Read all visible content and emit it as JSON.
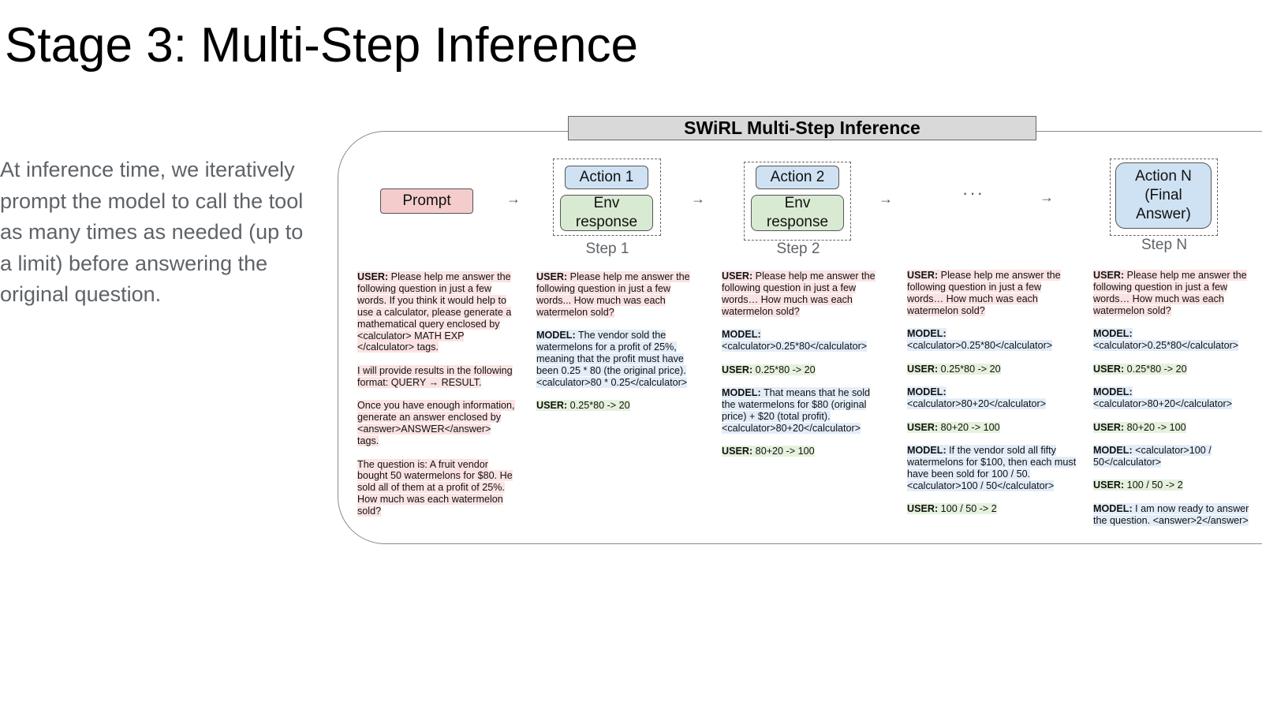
{
  "slide": {
    "title": "Stage 3: Multi-Step Inference",
    "description": "At inference time, we iteratively prompt the model to call the tool as many times as needed (up to a limit) before answering the original question."
  },
  "diagram": {
    "title": "SWiRL Multi-Step Inference",
    "prompt_label": "Prompt",
    "ellipsis": "···",
    "arrow": "→",
    "step1": {
      "action": "Action 1",
      "env": "Env response",
      "label": "Step 1"
    },
    "step2": {
      "action": "Action 2",
      "env": "Env response",
      "label": "Step 2"
    },
    "stepN": {
      "action": "Action N (Final Answer)",
      "label": "Step N"
    }
  },
  "colors": {
    "prompt": "#f4cccc",
    "action": "#cfe2f3",
    "env": "#d9ead3",
    "banner": "#d9d9d9"
  },
  "columns": [
    {
      "turns": [
        {
          "speaker": "USER:",
          "text": " Please help me answer the following question in just a few words. If you think it would help to use a calculator, please generate a mathematical query enclosed by <calculator> MATH EXP </calculator> tags.",
          "color": "pink"
        },
        {
          "speaker": "",
          "text": "I will provide results in the following format: QUERY → RESULT.",
          "color": "pink"
        },
        {
          "speaker": "",
          "text": "Once you have enough information, generate an answer enclosed by <answer>ANSWER</answer> tags.",
          "color": "pink"
        },
        {
          "speaker": "",
          "text": "The question is: A fruit vendor bought 50 watermelons for $80. He sold all of them at a profit of 25%. How much was each watermelon sold?",
          "color": "pink"
        }
      ]
    },
    {
      "turns": [
        {
          "speaker": "USER:",
          "text": " Please help me answer the following question in just a few words... How much was each watermelon sold?",
          "color": "pink"
        },
        {
          "speaker": "MODEL:",
          "text": " The vendor sold the watermelons for a profit of 25%, meaning that the profit must have been 0.25 * 80 (the original price). <calculator>80 * 0.25</calculator>",
          "color": "blue"
        },
        {
          "speaker": "USER:",
          "text": " 0.25*80 -> 20",
          "color": "green"
        }
      ]
    },
    {
      "turns": [
        {
          "speaker": "USER:",
          "text": " Please help me answer the following question in just a few words… How much was each watermelon sold?",
          "color": "pink"
        },
        {
          "speaker": "MODEL:",
          "text": " <calculator>0.25*80</calculator>",
          "color": "blue"
        },
        {
          "speaker": "USER:",
          "text": " 0.25*80 -> 20",
          "color": "green"
        },
        {
          "speaker": "MODEL:",
          "text": " That means that he sold the watermelons for $80 (original price) + $20 (total profit). <calculator>80+20</calculator>",
          "color": "blue"
        },
        {
          "speaker": "USER:",
          "text": " 80+20 -> 100",
          "color": "green"
        }
      ]
    },
    {
      "turns": [
        {
          "speaker": "USER:",
          "text": " Please help me answer the following question in just a few words… How much was each watermelon sold?",
          "color": "pink"
        },
        {
          "speaker": "MODEL:",
          "text": " <calculator>0.25*80</calculator>",
          "color": "blue"
        },
        {
          "speaker": "USER:",
          "text": " 0.25*80 -> 20",
          "color": "green"
        },
        {
          "speaker": "MODEL:",
          "text": " <calculator>80+20</calculator>",
          "color": "blue"
        },
        {
          "speaker": "USER:",
          "text": " 80+20 -> 100",
          "color": "green"
        },
        {
          "speaker": "MODEL:",
          "text": " If the vendor sold all fifty watermelons for $100, then each must have been sold for 100 / 50. <calculator>100 / 50</calculator>",
          "color": "blue"
        },
        {
          "speaker": "USER:",
          "text": " 100 / 50 -> 2",
          "color": "green"
        }
      ]
    },
    {
      "turns": [
        {
          "speaker": "USER:",
          "text": " Please help me answer the following question in just a few words… How much was each watermelon sold?",
          "color": "pink"
        },
        {
          "speaker": "MODEL:",
          "text": " <calculator>0.25*80</calculator>",
          "color": "blue"
        },
        {
          "speaker": "USER:",
          "text": " 0.25*80 -> 20",
          "color": "green"
        },
        {
          "speaker": "MODEL:",
          "text": " <calculator>80+20</calculator>",
          "color": "blue"
        },
        {
          "speaker": "USER:",
          "text": " 80+20 -> 100",
          "color": "green"
        },
        {
          "speaker": "MODEL:",
          "text": " <calculator>100 / 50</calculator>",
          "color": "blue"
        },
        {
          "speaker": "USER:",
          "text": " 100 / 50 -> 2",
          "color": "green"
        },
        {
          "speaker": "MODEL:",
          "text": " I am now ready to answer the question. <answer>2</answer>",
          "color": "blue"
        }
      ]
    }
  ]
}
